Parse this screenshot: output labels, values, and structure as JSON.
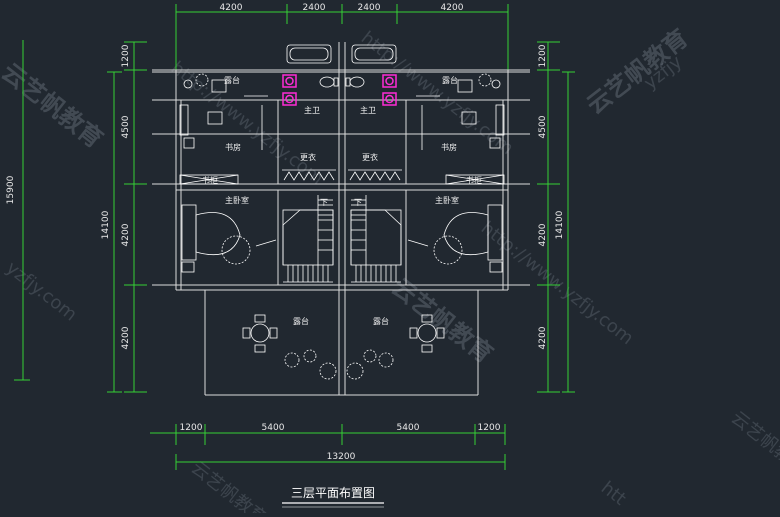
{
  "drawing": {
    "title": "三层平面布置图",
    "dims_top": [
      "4200",
      "2400",
      "2400",
      "4200"
    ],
    "dims_bottom": [
      "1200",
      "5400",
      "5400",
      "1200"
    ],
    "dim_total_bottom": "13200",
    "dims_left": [
      "1200",
      "4500",
      "4200",
      "4200"
    ],
    "dims_right": [
      "1200",
      "4500",
      "4200",
      "4200"
    ],
    "dim_total_left": "14100",
    "dim_total_right": "14100",
    "dim_far_left": "15900",
    "rooms": {
      "balcony_tl": "露台",
      "balcony_tr": "露台",
      "bath_l": "主卫",
      "bath_r": "主卫",
      "study_l": "书房",
      "study_r": "书房",
      "closet_l": "更衣",
      "closet_r": "更衣",
      "shelf_l": "书柜",
      "shelf_r": "书柜",
      "bed_l": "主卧室",
      "bed_r": "主卧室",
      "stair_l": "下",
      "stair_r": "下",
      "terrace_l": "露台",
      "terrace_r": "露台"
    }
  },
  "watermarks": {
    "brand": "云艺帆教育",
    "url": "http://www.yzfjy.com",
    "domain": "yzfjy.com",
    "fragment_tr": "yzfjy",
    "fragment_http": "htt"
  },
  "colors": {
    "background": "#212830",
    "wall": "#e0e0e0",
    "dimension": "#35d035",
    "furniture": "#ffffff",
    "magenta": "#ff2bd6"
  }
}
